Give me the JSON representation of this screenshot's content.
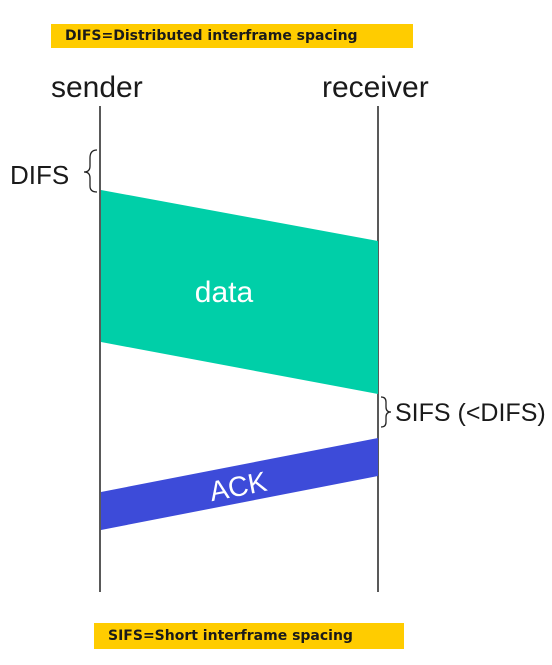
{
  "notes": {
    "difs_definition": "DIFS=Distributed interframe spacing",
    "sifs_definition": "SIFS=Short interframe spacing"
  },
  "actors": {
    "sender": "sender",
    "receiver": "receiver"
  },
  "intervals": {
    "difs": "DIFS",
    "sifs": "SIFS (<DIFS)"
  },
  "frames": {
    "data": "data",
    "ack": "ACK"
  },
  "colors": {
    "note_bg": "#FFCC00",
    "data_frame": "#00CFA8",
    "ack_frame": "#3D4BD9",
    "data_text": "#ffffff",
    "ack_text": "#ffffff",
    "line": "#222222"
  }
}
